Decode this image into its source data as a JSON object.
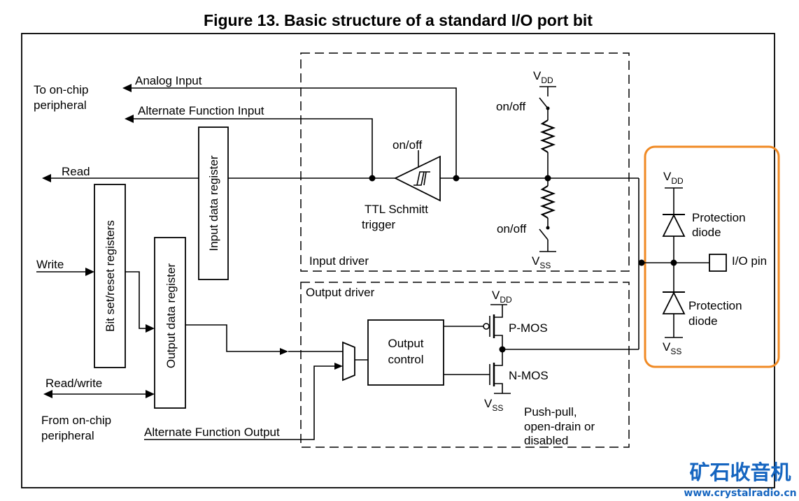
{
  "title": "Figure 13. Basic structure of a standard I/O port bit",
  "signals": {
    "to_on_chip_line1": "To on-chip",
    "to_on_chip_line2": "peripheral",
    "analog_input": "Analog Input",
    "alternate_function_input": "Alternate Function Input",
    "read": "Read",
    "write": "Write",
    "read_write": "Read/write",
    "from_on_chip_line1": "From on-chip",
    "from_on_chip_line2": "peripheral",
    "alternate_function_output": "Alternate Function Output"
  },
  "blocks": {
    "input_data_register": "Input data register",
    "bit_set_reset_registers": "Bit set/reset registers",
    "output_data_register": "Output data register",
    "output_control_line1": "Output",
    "output_control_line2": "control"
  },
  "input_driver": {
    "label": "Input driver",
    "schmitt_on_off": "on/off",
    "schmitt_line1": "TTL Schmitt",
    "schmitt_line2": "trigger",
    "pullup_on_off": "on/off",
    "pulldown_on_off": "on/off",
    "vdd_main": "V",
    "vdd_sub": "DD",
    "vss_main": "V",
    "vss_sub": "SS"
  },
  "output_driver": {
    "label": "Output driver",
    "vdd_main": "V",
    "vdd_sub": "DD",
    "vss_main": "V",
    "vss_sub": "SS",
    "pmos": "P-MOS",
    "nmos": "N-MOS",
    "mode_line1": "Push-pull,",
    "mode_line2": "open-drain or",
    "mode_line3": "disabled"
  },
  "protection": {
    "vdd_main": "V",
    "vdd_sub": "DD",
    "vss_main": "V",
    "vss_sub": "SS",
    "upper_line1": "Protection",
    "upper_line2": "diode",
    "lower_line1": "Protection",
    "lower_line2": "diode",
    "io_pin": "I/O pin",
    "highlight_color": "#f08a24"
  },
  "watermark": {
    "text": "矿石收音机",
    "url": "www.crystalradio.cn",
    "color": "#1565c0"
  }
}
